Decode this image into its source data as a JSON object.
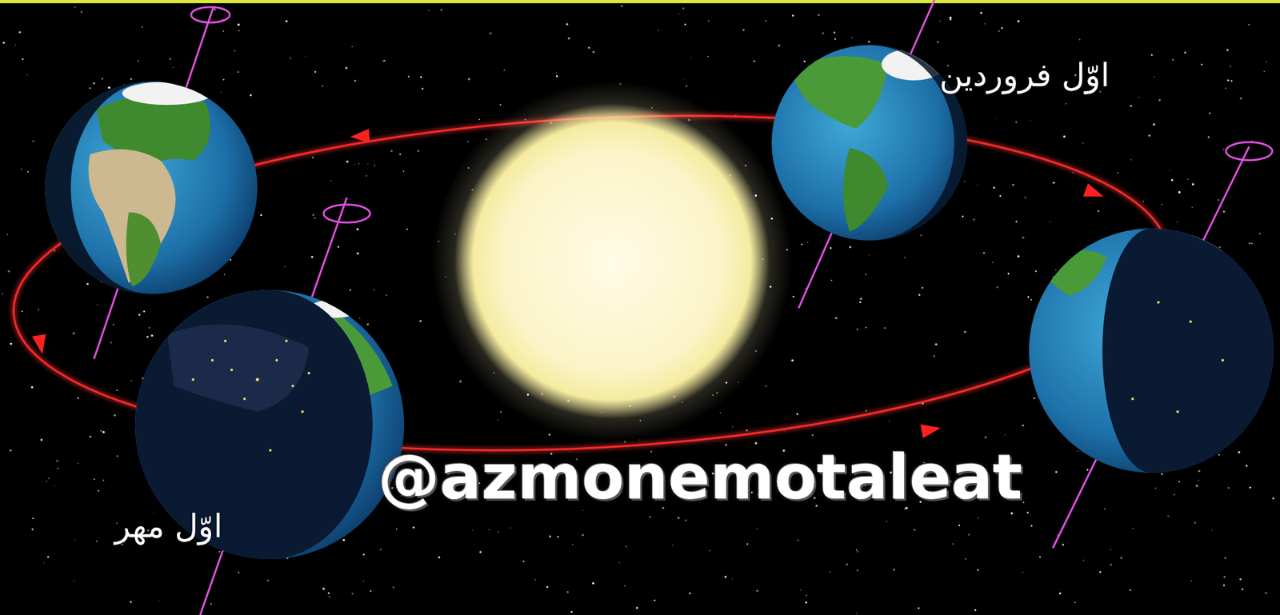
{
  "diagram": {
    "labels": [
      "اوّل فروردین",
      "اوّل مهر",
      "@azmonemotaleat"
    ]
  }
}
